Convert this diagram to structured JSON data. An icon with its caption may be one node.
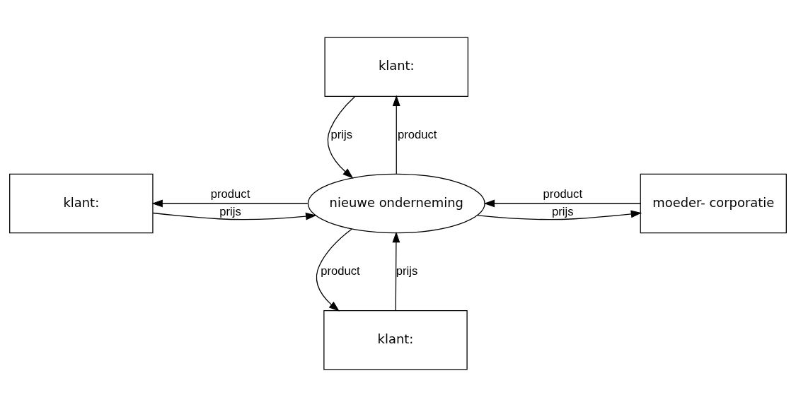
{
  "diagram": {
    "nodes": [
      {
        "text": [
          "klant:"
        ]
      },
      {
        "text": [
          "klant:"
        ]
      },
      {
        "text": [
          "nieuwe onderneming"
        ]
      },
      {
        "text": [
          "moeder- corporatie"
        ]
      },
      {
        "text": [
          "klant:"
        ]
      }
    ],
    "edges": [
      {
        "from": 0,
        "to": 2,
        "arrow": "to",
        "label": "prijs"
      },
      {
        "from": 2,
        "to": 0,
        "arrow": "to",
        "label": "product"
      },
      {
        "from": 1,
        "to": 2,
        "arrow": "to",
        "label": "prijs"
      },
      {
        "from": 2,
        "to": 1,
        "arrow": "to",
        "label": "product"
      },
      {
        "from": 2,
        "to": 3,
        "arrow": "to",
        "label": "prijs"
      },
      {
        "from": 3,
        "to": 2,
        "arrow": "to",
        "label": "product"
      },
      {
        "from": 2,
        "to": 4,
        "arrow": "to",
        "label": "product"
      },
      {
        "from": 4,
        "to": 2,
        "arrow": "to",
        "label": "prijs"
      }
    ]
  }
}
